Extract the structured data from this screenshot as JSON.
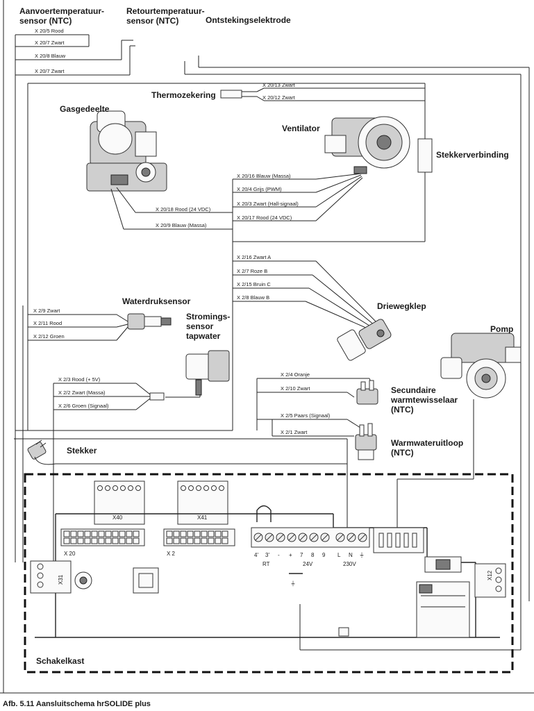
{
  "components": {
    "aanvoer": "Aanvoertemperatuur-\nsensor (NTC)",
    "retour": "Retourtemperatuur-\nsensor (NTC)",
    "ontsteking": "Ontstekingselektrode",
    "thermo": "Thermozekering",
    "gas": "Gasgedeelte",
    "ventilator": "Ventilator",
    "stekkerverbinding": "Stekkerverbinding",
    "waterdruk": "Waterdruksensor",
    "stromings": "Stromings-\nsensor\ntapwater",
    "driewegklep": "Driewegklep",
    "pomp": "Pomp",
    "secundaire": "Secundaire\nwarmtewisselaar\n(NTC)",
    "warmwater": "Warmwateruitloop\n(NTC)",
    "stekker": "Stekker",
    "schakelkast": "Schakelkast"
  },
  "wires": {
    "w1": "X 20/5 Rood",
    "w2": "X 20/7 Zwart",
    "w3": "X 20/8 Blauw",
    "w4": "X 20/7 Zwart",
    "w5": "X 20/13 Zwart",
    "w6": "X 20/12 Zwart",
    "w7": "X 20/16 Blauw (Massa)",
    "w8": "X 20/4 Grijs (PWM)",
    "w9": "X 20/3 Zwart (Hall-signaal)",
    "w10": "X 20/17 Rood (24 VDC)",
    "w11": "X 20/18 Rood (24 VDC)",
    "w12": "X 20/9 Blauw (Massa)",
    "w13": "X 2/16 Zwart A",
    "w14": "X 2/7 Roze B",
    "w15": "X 2/15 Bruin C",
    "w16": "X 2/8 Blauw B",
    "w17": "X 2/9 Zwart",
    "w18": "X 2/11 Rood",
    "w19": "X 2/12 Groen",
    "w20": "X 2/3 Rood (+ 5V)",
    "w21": "X 2/2 Zwart (Massa)",
    "w22": "X 2/6 Groen (Signaal)",
    "w23": "X 2/4 Oranje",
    "w24": "X 2/10  Zwart",
    "w25": "X 2/5 Paars (Signaal)",
    "w26": "X 2/1  Zwart"
  },
  "board": {
    "x40": "X40",
    "x41": "X41",
    "x20": "X 20",
    "x2": "X 2",
    "x31": "X31",
    "x12": "X12",
    "t_top": [
      "4'",
      "3'",
      "-",
      "+",
      "7",
      "8",
      "9",
      "L",
      "N",
      "⏚"
    ],
    "rt": "RT",
    "v24": "24V",
    "v230": "230V",
    "ground": "⏚"
  },
  "caption": "Afb. 5.11 Aansluitschema hrSOLIDE plus"
}
